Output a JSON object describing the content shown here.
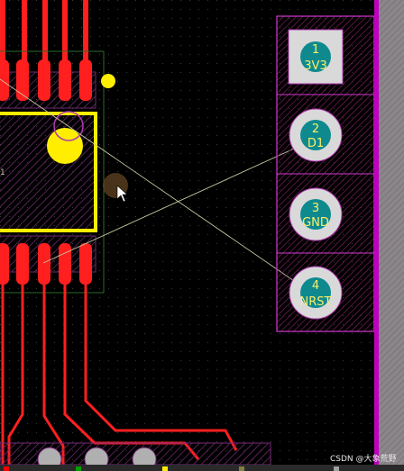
{
  "pcb": {
    "background": "#000000",
    "connector": {
      "pins": [
        {
          "number": "1",
          "name": "3V3",
          "shape": "square"
        },
        {
          "number": "2",
          "name": "D1",
          "shape": "round"
        },
        {
          "number": "3",
          "name": "GND",
          "shape": "round"
        },
        {
          "number": "4",
          "name": "NRST",
          "shape": "round"
        }
      ]
    },
    "chip": {
      "body_label": "1"
    },
    "colors": {
      "copper_top": "#ff1f1f",
      "silkscreen": "#ffee00",
      "overlay": "#c040c0",
      "pad_fill": "#d9d9d9",
      "pad_number": "#0e8a8f",
      "ratsnest": "#c8c8a0",
      "board_edge": "#c000c0"
    }
  },
  "watermark": "CSDN @大象荒野",
  "status_bar": {
    "layers": [
      {
        "label": "",
        "color": "#ff0000"
      },
      {
        "label": "",
        "color": "#00a000"
      },
      {
        "label": "",
        "color": "#ffee00"
      },
      {
        "label": "",
        "color": "#808040"
      },
      {
        "label": "",
        "color": "#a0a0a0"
      }
    ]
  }
}
